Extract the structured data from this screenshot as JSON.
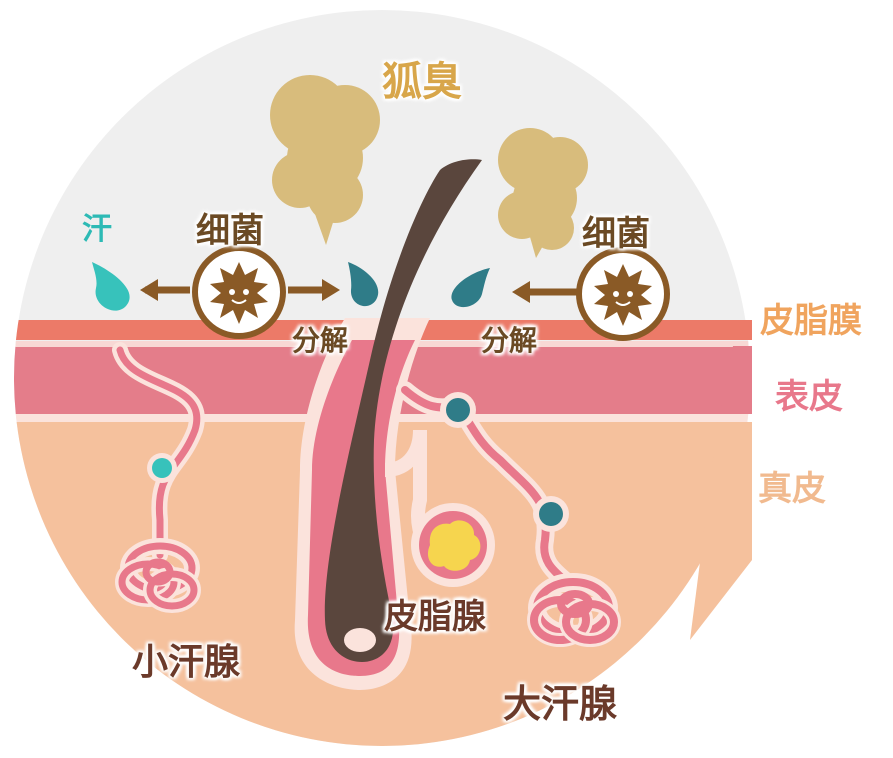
{
  "labels": {
    "odor": "狐臭",
    "sweat": "汗",
    "bacteria_left": "细菌",
    "bacteria_right": "细菌",
    "decompose_left": "分解",
    "decompose_right": "分解",
    "sebum_film": "皮脂膜",
    "epidermis": "表皮",
    "dermis": "真皮",
    "sebaceous_gland": "皮脂腺",
    "eccrine_gland": "小汗腺",
    "apocrine_gland": "大汗腺"
  },
  "colors": {
    "sky": "#efefef",
    "sebum_layer": "#ec7a68",
    "epidermis_layer": "#e47d8a",
    "dermis_layer": "#f5c19d",
    "hair": "#5a463d",
    "odor_cloud": "#d8bc7c",
    "bacteria": "#8a5a26",
    "sweat_drop": "#37c2bb",
    "teal_drop": "#2f7c88",
    "gland_pink": "#e8788b",
    "sebum_yellow": "#f6d54e",
    "label_brown": "#8a5a26",
    "label_orange": "#f0a45e",
    "label_pink": "#e8788b",
    "label_peach": "#f1ba8f",
    "label_teal": "#2dbab5"
  }
}
